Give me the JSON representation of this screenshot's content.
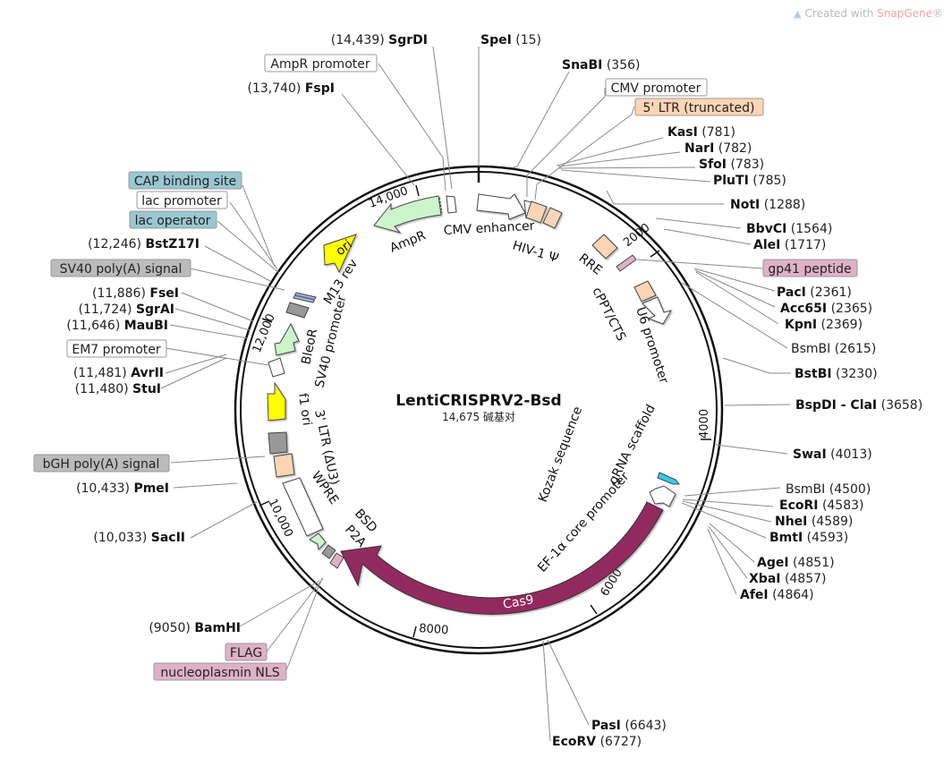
{
  "credit": {
    "prefix": "Created with ",
    "brand": "SnapGene",
    "mark": "®"
  },
  "plasmid": {
    "name": "LentiCRISPRV2-Bsd",
    "size_label": "14,675 碱基对"
  },
  "colors": {
    "cas9": "#93295e",
    "feature_green": "#ccf5cc",
    "feature_yellow": "#ffff00",
    "feature_peach": "#fcd5b5",
    "feature_gray": "#999999",
    "feature_blue": "#99c7d1",
    "feature_pink": "#dfb1c7",
    "feature_cyan": "#33ccee",
    "feature_white": "#ffffff"
  },
  "ticks": [
    "2000",
    "4000",
    "6000",
    "8000",
    "10,000",
    "12,000",
    "14,000"
  ],
  "features": [
    {
      "label": "CMV enhancer"
    },
    {
      "label": "HIV-1 Ψ"
    },
    {
      "label": "RRE"
    },
    {
      "label": "cPPT/CTS"
    },
    {
      "label": "U6 promoter"
    },
    {
      "label": "gRNA scaffold"
    },
    {
      "label": "Kozak sequence"
    },
    {
      "label": "EF-1α core promoter"
    },
    {
      "label": "Cas9"
    },
    {
      "label": "P2A"
    },
    {
      "label": "BSD"
    },
    {
      "label": "WPRE"
    },
    {
      "label": "3' LTR (ΔU3)"
    },
    {
      "label": "f1 ori"
    },
    {
      "label": "BleoR"
    },
    {
      "label": "SV40 promoter"
    },
    {
      "label": "M13 rev"
    },
    {
      "label": "ori"
    },
    {
      "label": "AmpR"
    }
  ],
  "sites": [
    {
      "name": "SgrDI",
      "position": "(14,439)"
    },
    {
      "name": "SpeI",
      "position": "(15)"
    },
    {
      "name": "SnaBI",
      "position": "(356)"
    },
    {
      "name": "FspI",
      "position": "(13,740)"
    },
    {
      "name": "KasI",
      "position": "(781)"
    },
    {
      "name": "NarI",
      "position": "(782)"
    },
    {
      "name": "SfoI",
      "position": "(783)"
    },
    {
      "name": "PluTI",
      "position": "(785)"
    },
    {
      "name": "NotI",
      "position": "(1288)"
    },
    {
      "name": "BbvCI",
      "position": "(1564)"
    },
    {
      "name": "AleI",
      "position": "(1717)"
    },
    {
      "name": "BstZ17I",
      "position": "(12,246)"
    },
    {
      "name": "FseI",
      "position": "(11,886)"
    },
    {
      "name": "SgrAI",
      "position": "(11,724)"
    },
    {
      "name": "MauBI",
      "position": "(11,646)"
    },
    {
      "name": "PacI",
      "position": "(2361)"
    },
    {
      "name": "Acc65I",
      "position": "(2365)"
    },
    {
      "name": "KpnI",
      "position": "(2369)"
    },
    {
      "name": "BsmBI",
      "position": "(2615)"
    },
    {
      "name": "AvrII",
      "position": "(11,481)"
    },
    {
      "name": "StuI",
      "position": "(11,480)"
    },
    {
      "name": "BstBI",
      "position": "(3230)"
    },
    {
      "name": "BspDI - ClaI",
      "position": "(3658)"
    },
    {
      "name": "SwaI",
      "position": "(4013)"
    },
    {
      "name": "PmeI",
      "position": "(10,433)"
    },
    {
      "name": "BsmBI",
      "position": "(4500)"
    },
    {
      "name": "EcoRI",
      "position": "(4583)"
    },
    {
      "name": "NheI",
      "position": "(4589)"
    },
    {
      "name": "BmtI",
      "position": "(4593)"
    },
    {
      "name": "SacII",
      "position": "(10,033)"
    },
    {
      "name": "AgeI",
      "position": "(4851)"
    },
    {
      "name": "XbaI",
      "position": "(4857)"
    },
    {
      "name": "AfeI",
      "position": "(4864)"
    },
    {
      "name": "BamHI",
      "position": "(9050)"
    },
    {
      "name": "PasI",
      "position": "(6643)"
    },
    {
      "name": "EcoRV",
      "position": "(6727)"
    }
  ],
  "boxed_labels": [
    {
      "label": "AmpR promoter"
    },
    {
      "label": "CMV promoter"
    },
    {
      "label": "5' LTR (truncated)"
    },
    {
      "label": "CAP binding site"
    },
    {
      "label": "lac promoter"
    },
    {
      "label": "lac operator"
    },
    {
      "label": "SV40 poly(A) signal"
    },
    {
      "label": "gp41 peptide"
    },
    {
      "label": "EM7 promoter"
    },
    {
      "label": "bGH poly(A) signal"
    },
    {
      "label": "FLAG"
    },
    {
      "label": "nucleoplasmin NLS"
    }
  ]
}
